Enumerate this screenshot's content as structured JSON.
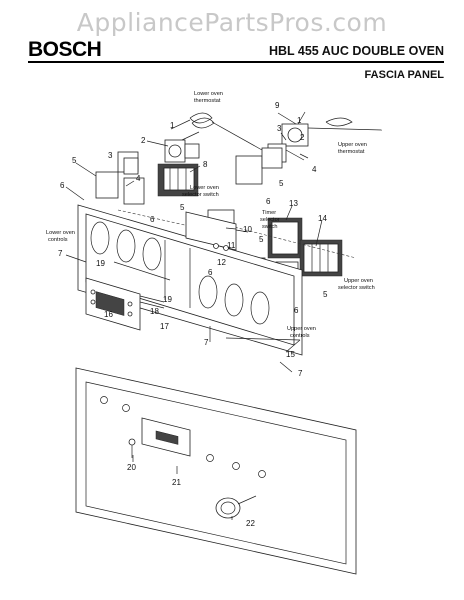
{
  "watermark": "AppliancePartsPros.com",
  "header": {
    "brand": "BOSCH",
    "model": "HBL 455 AUC DOUBLE OVEN",
    "section": "FASCIA PANEL"
  },
  "callouts": {
    "c1a": "1",
    "c1b": "1",
    "c2a": "2",
    "c2b": "2",
    "c3a": "3",
    "c3b": "3",
    "c4a": "4",
    "c4b": "4",
    "c5a": "5",
    "c5b": "5",
    "c5c": "5",
    "c5d": "5",
    "c5e": "5",
    "c6a": "6",
    "c6b": "6",
    "c6c": "6",
    "c6d": "6",
    "c6e": "6",
    "c7a": "7",
    "c7b": "7",
    "c7c": "7",
    "c8": "8",
    "c9": "9",
    "c10": "10",
    "c11": "11",
    "c12": "12",
    "c13": "13",
    "c14": "14",
    "c15": "15",
    "c16": "16",
    "c17": "17",
    "c18": "18",
    "c19a": "19",
    "c19b": "19",
    "c20": "20",
    "c21": "21",
    "c22": "22"
  },
  "labels": {
    "lower_thermostat_1": "Lower oven",
    "lower_thermostat_2": "thermostat",
    "upper_thermostat_1": "Upper oven",
    "upper_thermostat_2": "thermostat",
    "lower_selector_1": "Lower oven",
    "lower_selector_2": "selector switch",
    "timer_1": "Timer",
    "timer_2": "selector",
    "timer_3": "switch",
    "lower_controls_1": "Lower oven",
    "lower_controls_2": "controls",
    "upper_selector_1": "Upper oven",
    "upper_selector_2": "selector switch",
    "upper_controls_1": "Upper oven",
    "upper_controls_2": "controls"
  }
}
